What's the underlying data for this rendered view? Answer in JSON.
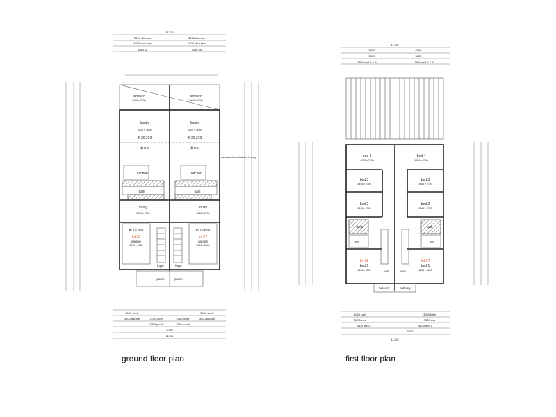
{
  "ground_floor": {
    "title": "ground floor plan",
    "overall_width": "11310",
    "alfresco_label": "alfresco",
    "alfresco_size": "5400 x 2700",
    "family_label": "family",
    "family_size": "5200 x 7695",
    "ffl_upper": "ffl 20.310",
    "dining_label": "dining",
    "kitchen_label": "kitchen",
    "bath_label": "bath",
    "study_label": "study",
    "study_size": "3960 x 2700",
    "ffl_lower": "ffl 19.800",
    "lot_left": "lot 38",
    "lot_right": "lot 37",
    "garage_label": "garage",
    "garage_size": "3000 x 5500",
    "foyer_label": "foyer",
    "porch_label": "porch",
    "mech_note": "mechanical ventilation to laundry",
    "dim_top_a": "5470 alfresco",
    "dim_top_b": "5220 din / fam",
    "dim_top_c": "4640 kit",
    "dim_bottom_a": "3600 study",
    "dim_bottom_b": "3000 garage",
    "dim_bottom_c": "2150 foyer",
    "dim_bottom_d": "1950 porch",
    "dim_bottom_e": "4750"
  },
  "first_floor": {
    "title": "first floor plan",
    "overall_width": "11310",
    "bed4_label": "bed 4",
    "bed4_size": "4000 x 2700",
    "bed3_label": "bed 3",
    "bed3_size": "3340 x 2700",
    "bed2_label": "bed 2",
    "bed2_size": "3340 x 2700",
    "bath_label": "bath",
    "ens_label": "ens",
    "wir_label": "WIR",
    "lot_left": "lot 38",
    "lot_right": "lot 37",
    "bed1_label": "bed 1",
    "bed1_size": "4130 x 3500",
    "balcony_label": "balcony",
    "dim_top_a": "5665",
    "dim_top_b": "5220",
    "dim_top_c": "3940 bed 2 & 3",
    "dim_bottom_a": "3060 bath",
    "dim_bottom_b": "3300 ens",
    "dim_bottom_c": "4130 bed 1",
    "dim_bottom_d": "7650"
  },
  "colors": {
    "lot_text": "#d9482b",
    "wall": "#222222"
  }
}
